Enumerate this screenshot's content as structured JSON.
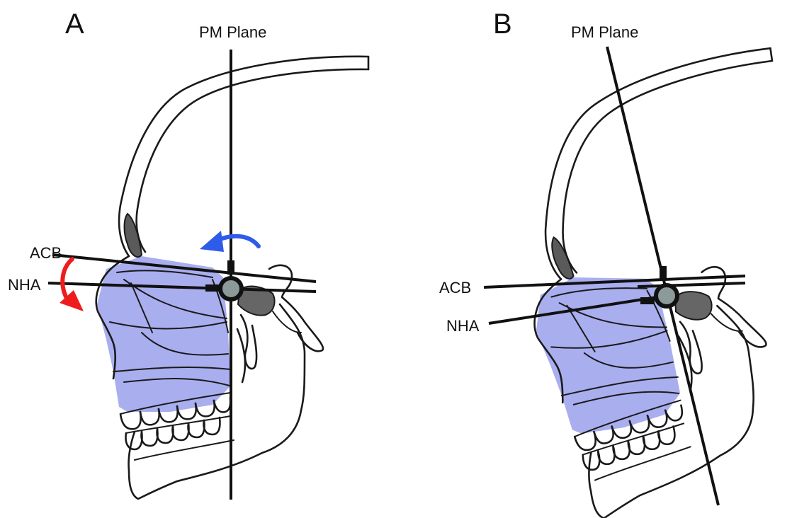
{
  "panels": [
    {
      "letter": "A",
      "plane_label": "PM Plane",
      "acb_label": "ACB",
      "nha_label": "NHA"
    },
    {
      "letter": "B",
      "plane_label": "PM Plane",
      "acb_label": "ACB",
      "nha_label": "NHA"
    }
  ],
  "colors": {
    "face_fill": "#a9aeef",
    "sinus_fill": "#5a5a5a",
    "condyle_fill": "#666666",
    "pivot_fill": "#8c9a9a",
    "red_arrow": "#ee1c1c",
    "blue_arrow": "#2f5bea"
  },
  "icons": {
    "red_arrow": "clockwise-rotation-arrow-icon",
    "blue_arrow": "counterclockwise-rotation-arrow-icon"
  }
}
